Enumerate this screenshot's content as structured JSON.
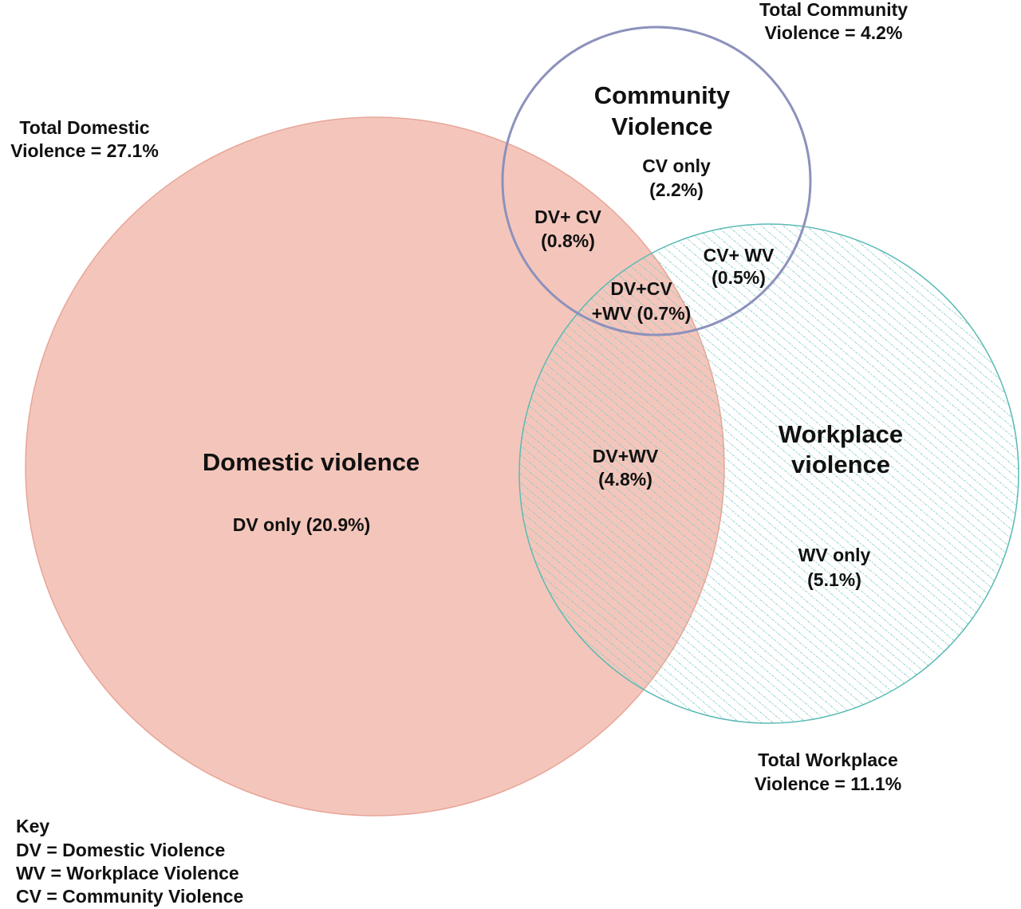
{
  "totals": {
    "domestic": [
      "Total Domestic",
      "Violence = 27.1%"
    ],
    "community": [
      "Total Community",
      "Violence = 4.2%"
    ],
    "workplace": [
      "Total Workplace",
      "Violence = 11.1%"
    ]
  },
  "sets": {
    "domestic": {
      "title": [
        "Domestic violence"
      ],
      "fill": "#f4c6bb",
      "stroke": "#e8a598"
    },
    "community": {
      "title": [
        "Community",
        "Violence"
      ],
      "stroke": "#8d91bc"
    },
    "workplace": {
      "title": [
        "Workplace",
        "violence"
      ],
      "hatch": "#7ecac5",
      "stroke": "#5bbab5"
    }
  },
  "regions": {
    "dv_only": [
      "DV only (20.9%)"
    ],
    "cv_only": [
      "CV only",
      "(2.2%)"
    ],
    "wv_only": [
      "WV only",
      "(5.1%)"
    ],
    "dv_cv": [
      "DV+ CV",
      "(0.8%)"
    ],
    "cv_wv": [
      "CV+ WV",
      "(0.5%)"
    ],
    "dv_cv_wv": [
      "DV+CV",
      "+WV (0.7%)"
    ],
    "dv_wv": [
      "DV+WV",
      "(4.8%)"
    ]
  },
  "key": {
    "heading": "Key",
    "items": [
      "DV = Domestic Violence",
      "WV = Workplace Violence",
      "CV = Community Violence"
    ]
  }
}
